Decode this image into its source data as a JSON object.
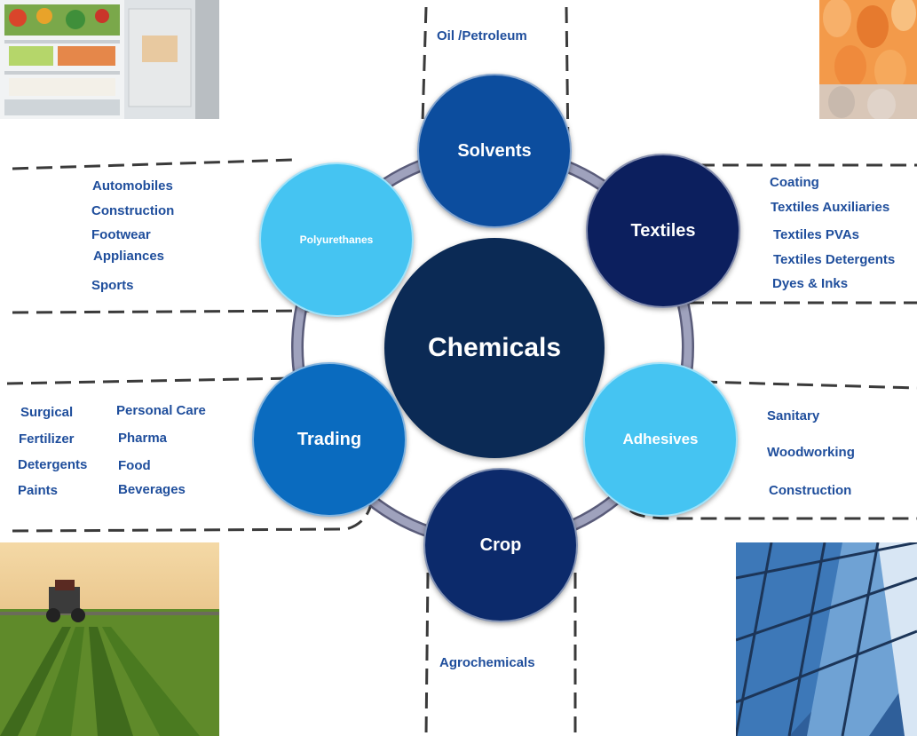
{
  "center": {
    "label": "Chemicals",
    "color": "#0b2a55"
  },
  "nodes": {
    "solvents": {
      "label": "Solvents",
      "color": "#0c4d9e"
    },
    "textiles": {
      "label": "Textiles",
      "color": "#0c1f5e"
    },
    "adhesives": {
      "label": "Adhesives",
      "color": "#45c4f2"
    },
    "crop": {
      "label": "Crop",
      "color": "#0c2a6b"
    },
    "trading": {
      "label": "Trading",
      "color": "#0a6bbf"
    },
    "polyurethanes": {
      "label": "Polyurethanes",
      "color": "#45c4f2"
    }
  },
  "ring_color": "#8a8da8",
  "label_color": "#1f4e9c",
  "top_label": "Oil /Petroleum",
  "bottom_label": "Agrochemicals",
  "polyurethanes_list": [
    "Automobiles",
    "Construction",
    "Footwear",
    "Appliances",
    "Sports"
  ],
  "textiles_list": [
    "Coating",
    "Textiles Auxiliaries",
    "Textiles PVAs",
    "Textiles Detergents",
    "Dyes & Inks"
  ],
  "adhesives_list": [
    "Sanitary",
    "Woodworking",
    "Construction"
  ],
  "trading_list_left": [
    "Surgical",
    "Fertilizer",
    "Detergents",
    "Paints"
  ],
  "trading_list_right": [
    "Personal Care",
    "Pharma",
    "Food",
    "Beverages"
  ],
  "photos": {
    "fridge": "refrigerator-photo",
    "bottles": "plastic-bottles-photo",
    "field": "tractor-field-photo",
    "building": "glass-building-photo"
  }
}
